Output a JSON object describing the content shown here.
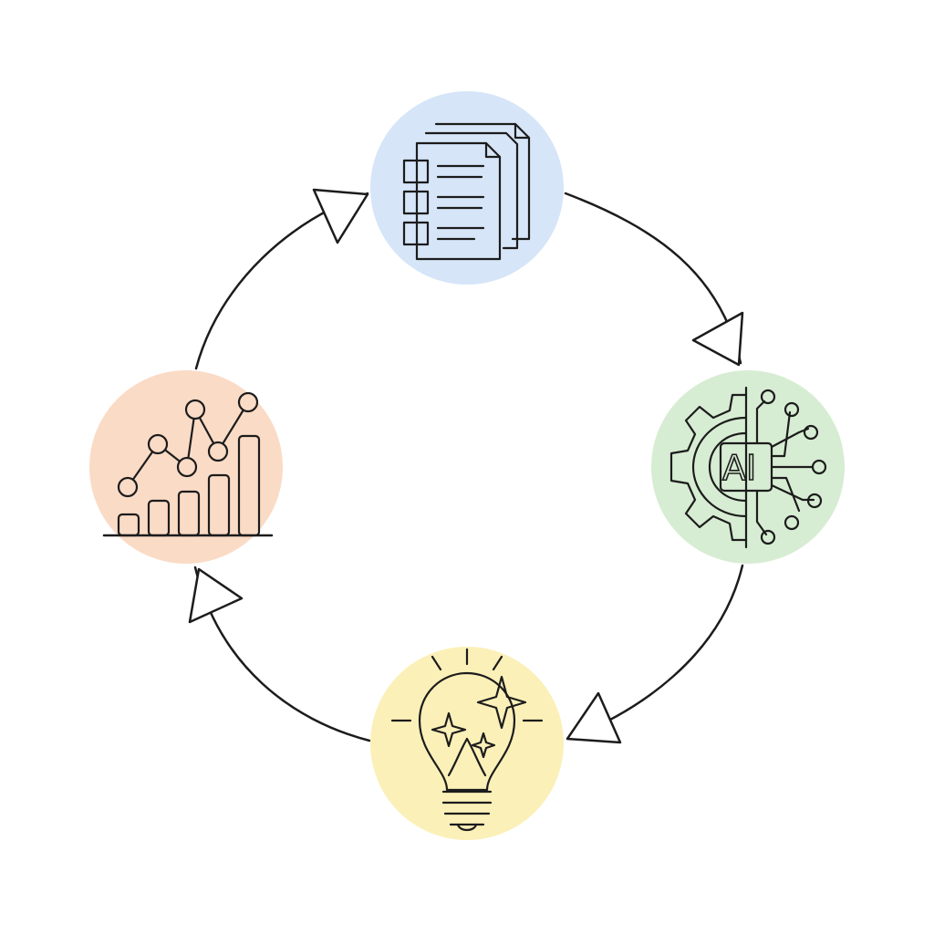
{
  "nodes": [
    {
      "id": "documents",
      "icon": "documents-icon",
      "fill": "#d6e5f8"
    },
    {
      "id": "ai-processing",
      "icon": "ai-gear-circuit-icon",
      "fill": "#d7edd3",
      "label": "AI"
    },
    {
      "id": "insights",
      "icon": "lightbulb-icon",
      "fill": "#fbf0b8"
    },
    {
      "id": "analytics",
      "icon": "chart-icon",
      "fill": "#fadbc6"
    }
  ],
  "stroke_color": "#1c1c1c",
  "flow": "clockwise"
}
